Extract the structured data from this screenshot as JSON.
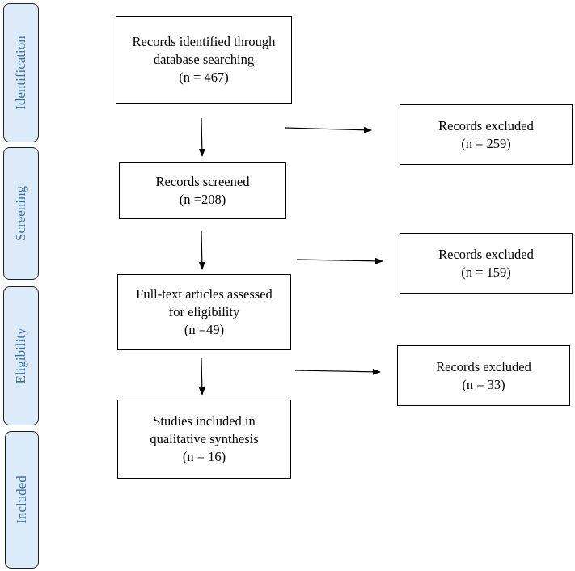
{
  "phases": {
    "identification": "Identification",
    "screening": "Screening",
    "eligibility": "Eligibility",
    "included": "Included"
  },
  "identified": {
    "line1": "Records identified through",
    "line2": "database searching",
    "count": "(n = 467)"
  },
  "excluded_1": {
    "line1": "Records excluded",
    "count": "(n = 259)"
  },
  "screened": {
    "line1": "Records screened",
    "count": "(n =208)"
  },
  "excluded_2": {
    "line1": "Records excluded",
    "count": "(n = 159)"
  },
  "fulltext": {
    "line1": "Full-text articles assessed",
    "line2": "for eligibility",
    "count": "(n =49)"
  },
  "excluded_3": {
    "line1": "Records excluded",
    "count": "(n = 33)"
  },
  "included": {
    "line1": "Studies included in",
    "line2": "qualitative synthesis",
    "count": "(n = 16)"
  }
}
